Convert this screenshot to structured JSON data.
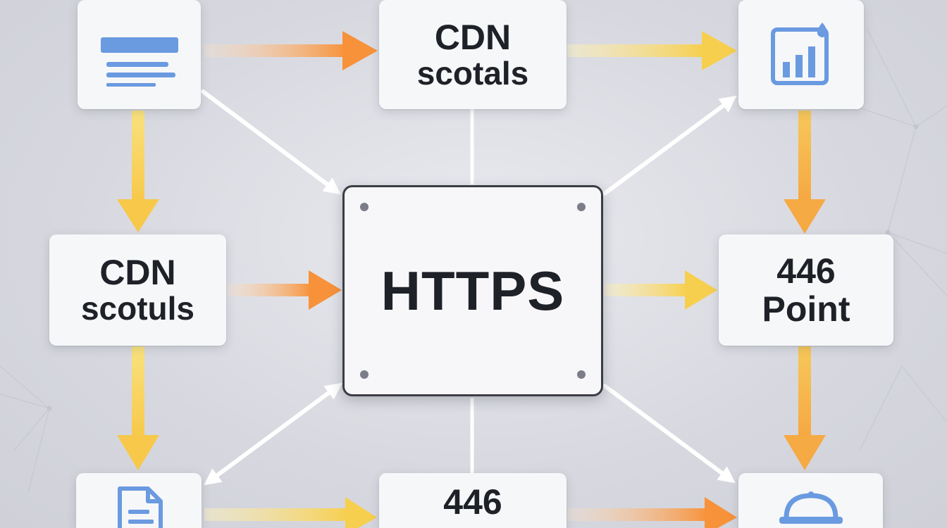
{
  "nodes": {
    "top_center": {
      "line1": "CDN",
      "line2": "scotals"
    },
    "mid_left": {
      "line1": "CDN",
      "line2": "scotuls"
    },
    "center": {
      "line1": "HTTPS"
    },
    "mid_right": {
      "line1": "446",
      "line2": "Point"
    },
    "bottom_center": {
      "line1": "446"
    }
  },
  "icons": {
    "top_left": "document-lines-icon",
    "top_right": "bar-chart-icon",
    "bottom_left": "file-icon",
    "bottom_right": "dome-icon"
  },
  "colors": {
    "orange_arrow": "#f7a04a",
    "yellow_arrow": "#f7d35c",
    "white_arrow": "#ffffff",
    "icon_blue": "#6a9ae0",
    "text_dark": "#1f2128"
  }
}
